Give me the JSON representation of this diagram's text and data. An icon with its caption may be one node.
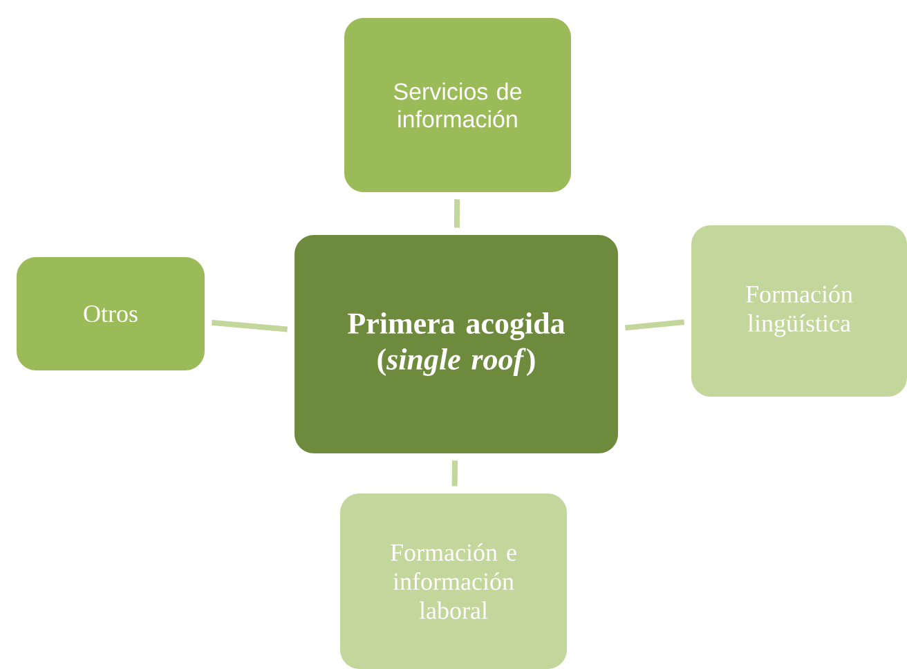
{
  "diagram": {
    "nodes": [
      {
        "text": [
          "Primera acogida (*single roof*)"
        ]
      },
      {
        "text": [
          "Servicios de información"
        ]
      },
      {
        "text": [
          "Formación lingüística"
        ]
      },
      {
        "text": [
          "Formación e información laboral"
        ]
      },
      {
        "text": [
          "Otros"
        ]
      }
    ],
    "edges": [
      {
        "from": 0,
        "to": 1,
        "arrow": "none"
      },
      {
        "from": 0,
        "to": 2,
        "arrow": "none"
      },
      {
        "from": 0,
        "to": 3,
        "arrow": "none"
      },
      {
        "from": 0,
        "to": 4,
        "arrow": "none"
      }
    ]
  }
}
